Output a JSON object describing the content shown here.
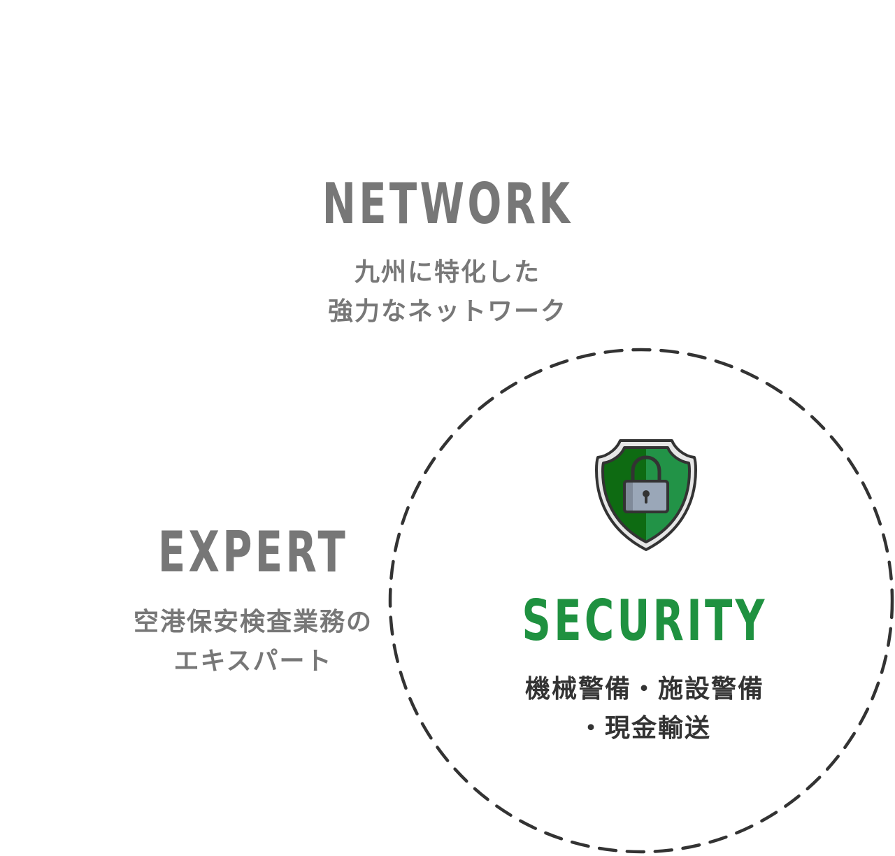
{
  "colors": {
    "heading_gray": "#777777",
    "text_gray": "#777777",
    "security_green": "#1f9140",
    "text_dark": "#333333",
    "circle_stroke": "#333333"
  },
  "network": {
    "title": "NETWORK",
    "lines": [
      "九州に特化した",
      "強力なネットワーク"
    ]
  },
  "expert": {
    "title": "EXPERT",
    "lines": [
      "空港保安検査業務の",
      "エキスパート"
    ]
  },
  "security": {
    "icon": "shield-lock-icon",
    "title": "SECURITY",
    "lines": [
      "機械警備・施設警備",
      "・現金輸送"
    ]
  }
}
